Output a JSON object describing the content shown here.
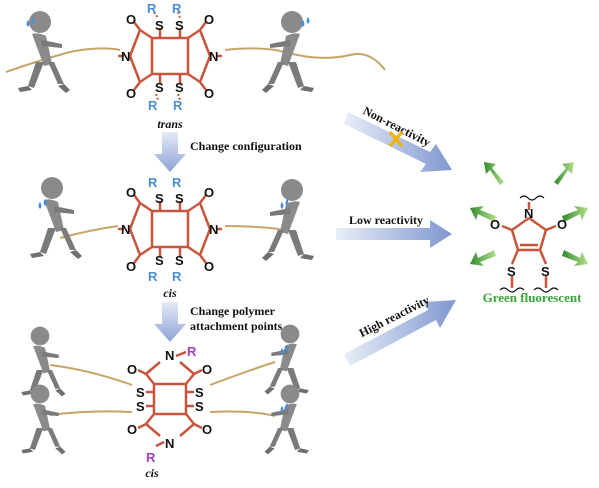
{
  "colors": {
    "bond": "#c8553d",
    "sulfur_group": "#4a8fd6",
    "polymer_group": "#a040c0",
    "rope": "#c9a46a",
    "figure": "#8a8a8a",
    "arrow": "#8fa6d8",
    "cross": "#f0b400",
    "fluorescent": "#3aa63a",
    "burst": "#5fb040"
  },
  "stages": {
    "trans": {
      "isomer_label": "trans",
      "atoms": {
        "r1": "R",
        "r2": "R",
        "r3": "R",
        "r4": "R",
        "s1": "S",
        "s2": "S",
        "s3": "S",
        "s4": "S",
        "n1": "N",
        "n2": "N",
        "o1": "O",
        "o2": "O",
        "o3": "O",
        "o4": "O"
      }
    },
    "cis": {
      "isomer_label": "cis",
      "atoms": {
        "r1": "R",
        "r2": "R",
        "r3": "R",
        "r4": "R",
        "s1": "S",
        "s2": "S",
        "s3": "S",
        "s4": "S",
        "n1": "N",
        "n2": "N",
        "o1": "O",
        "o2": "O",
        "o3": "O",
        "o4": "O"
      }
    },
    "cis_polymer": {
      "isomer_label": "cis",
      "atoms": {
        "r_top": "R",
        "r_bottom": "R",
        "n_top": "N",
        "n_bottom": "N",
        "s1": "S",
        "s2": "S",
        "s3": "S",
        "s4": "S",
        "o1": "O",
        "o2": "O",
        "o3": "O",
        "o4": "O"
      }
    }
  },
  "transitions": {
    "change_configuration": "Change configuration",
    "change_attachment_line1": "Change polymer",
    "change_attachment_line2": "attachment points"
  },
  "reactivity": {
    "non": "Non-reactivity",
    "low": "Low reactivity",
    "high": "High reactivity"
  },
  "product": {
    "label": "Green fluorescent",
    "atoms": {
      "n": "N",
      "o1": "O",
      "o2": "O",
      "s1": "S",
      "s2": "S"
    }
  }
}
